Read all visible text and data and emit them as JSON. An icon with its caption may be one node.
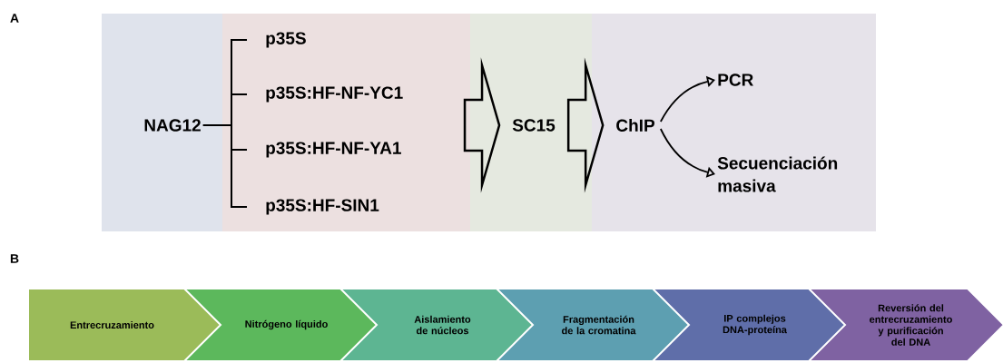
{
  "diagram": {
    "nodes": [
      {
        "text": [
          "NAG12"
        ]
      },
      {
        "text": [
          "p35S"
        ]
      },
      {
        "text": [
          "p35S:HF-NF-YC1"
        ]
      },
      {
        "text": [
          "p35S:HF-NF-YA1"
        ]
      },
      {
        "text": [
          "p35S:HF-SIN1"
        ]
      },
      {
        "text": [
          "SC15"
        ]
      },
      {
        "text": [
          "ChIP"
        ]
      },
      {
        "text": [
          "PCR"
        ]
      },
      {
        "text": [
          "Secuenciación masiva"
        ]
      },
      {
        "text": [
          "Entrecruzamiento"
        ]
      },
      {
        "text": [
          "Nitrógeno líquido"
        ]
      },
      {
        "text": [
          "Aislamiento de núcleos"
        ]
      },
      {
        "text": [
          "Fragmentación de la cromatina"
        ]
      },
      {
        "text": [
          "IP complejos DNA-proteína"
        ]
      },
      {
        "text": [
          "Reversión del entrecruzamiento y purificación del DNA"
        ]
      }
    ],
    "edges": [
      {
        "from": 0,
        "to": 1,
        "arrow": "none"
      },
      {
        "from": 0,
        "to": 2,
        "arrow": "none"
      },
      {
        "from": 0,
        "to": 3,
        "arrow": "none"
      },
      {
        "from": 0,
        "to": 4,
        "arrow": "none"
      },
      {
        "from": 2,
        "to": 5,
        "arrow": "to"
      },
      {
        "from": 3,
        "to": 5,
        "arrow": "to"
      },
      {
        "from": 5,
        "to": 6,
        "arrow": "to"
      },
      {
        "from": 6,
        "to": 7,
        "arrow": "to"
      },
      {
        "from": 6,
        "to": 8,
        "arrow": "to"
      }
    ],
    "labels": [
      "A",
      "B"
    ]
  }
}
